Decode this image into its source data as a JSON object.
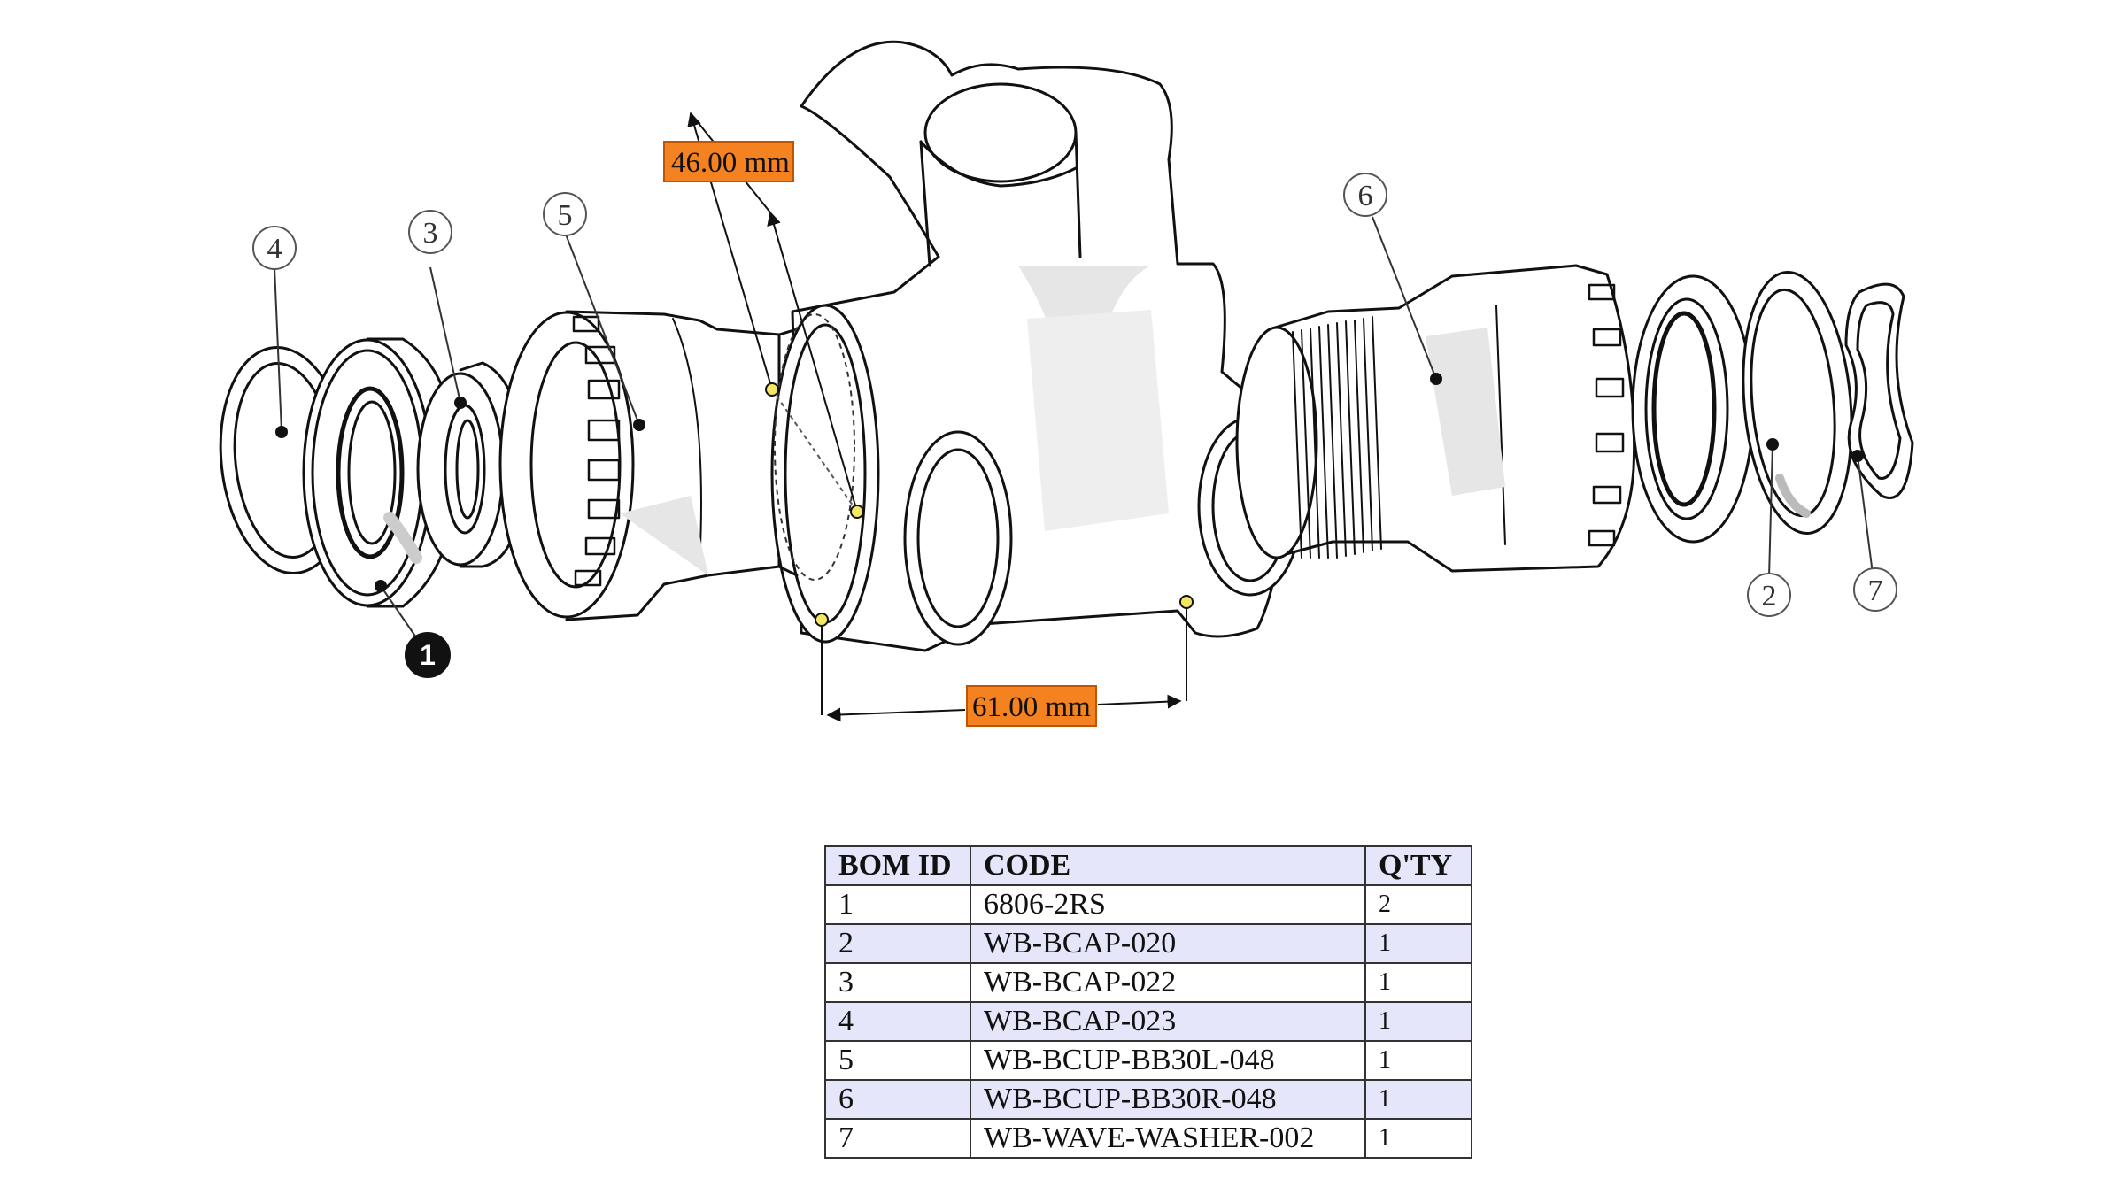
{
  "callouts": [
    {
      "id": "1",
      "label": "1",
      "filled": true
    },
    {
      "id": "2",
      "label": "2",
      "filled": false
    },
    {
      "id": "3",
      "label": "3",
      "filled": false
    },
    {
      "id": "4",
      "label": "4",
      "filled": false
    },
    {
      "id": "5",
      "label": "5",
      "filled": false
    },
    {
      "id": "6",
      "label": "6",
      "filled": false
    },
    {
      "id": "7",
      "label": "7",
      "filled": false
    }
  ],
  "dimensions": {
    "diameter": {
      "label": "46.00 mm",
      "color": "#f58220"
    },
    "width": {
      "label": "61.00 mm",
      "color": "#f58220"
    }
  },
  "bom": {
    "headers": [
      "BOM ID",
      "CODE",
      "Q'TY"
    ],
    "rows": [
      {
        "id": "1",
        "code": "6806-2RS",
        "qty": "2"
      },
      {
        "id": "2",
        "code": "WB-BCAP-020",
        "qty": "1"
      },
      {
        "id": "3",
        "code": "WB-BCAP-022",
        "qty": "1"
      },
      {
        "id": "4",
        "code": "WB-BCAP-023",
        "qty": "1"
      },
      {
        "id": "5",
        "code": "WB-BCUP-BB30L-048",
        "qty": "1"
      },
      {
        "id": "6",
        "code": "WB-BCUP-BB30R-048",
        "qty": "1"
      },
      {
        "id": "7",
        "code": "WB-WAVE-WASHER-002",
        "qty": "1"
      }
    ],
    "header_bg": "#e6e6fa",
    "stripe_bg": "#e6e6fa"
  },
  "colors": {
    "ink": "#111111",
    "shade": "#e4e4e4",
    "marker": "#f5e663"
  }
}
